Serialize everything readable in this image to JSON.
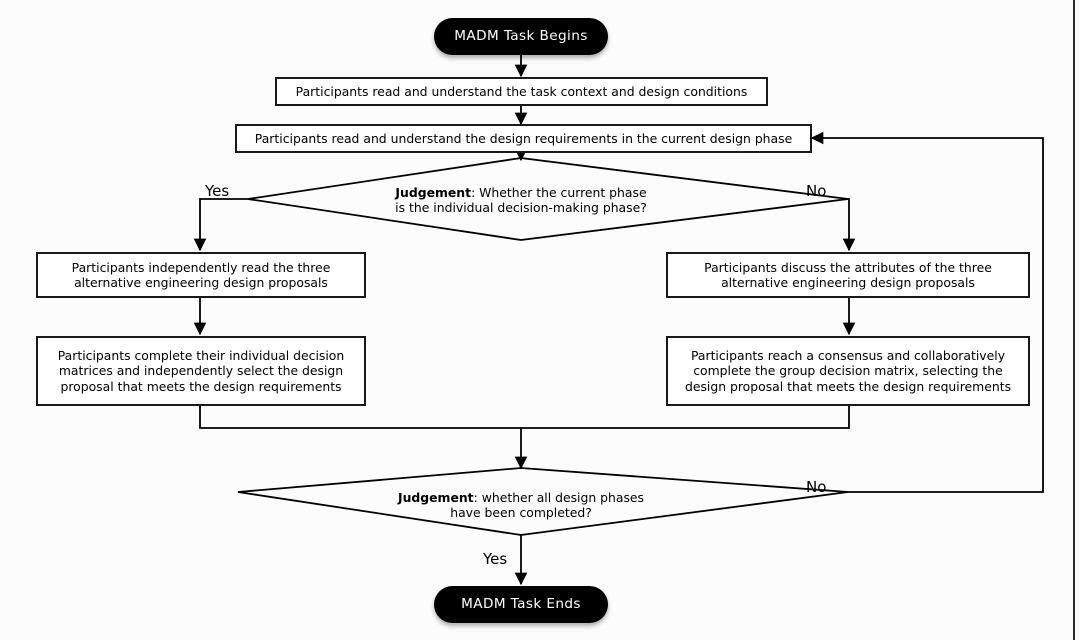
{
  "diagram": {
    "title": "MADM Task Flowchart",
    "type": "flowchart",
    "colors": {
      "node_fill": "#ffffff",
      "node_stroke": "#1a1a1a",
      "terminal_fill": "#000000",
      "terminal_text": "#ffffff",
      "canvas": "#fdfcfc",
      "edge": "#000000"
    },
    "nodes": {
      "start": {
        "label": "MADM Task Begins",
        "shape": "terminal"
      },
      "read_context": {
        "label": "Participants read and understand the task context and design conditions",
        "shape": "process"
      },
      "read_requirements": {
        "label": "Participants read and understand the design requirements in the current design phase",
        "shape": "process"
      },
      "judge_phase": {
        "shape": "decision",
        "prefix": "Judgement",
        "line1": ": Whether the current phase",
        "line2": "is the individual decision-making phase?"
      },
      "indiv_read": {
        "line1": "Participants independently read the three",
        "line2": "alternative engineering design proposals",
        "shape": "process"
      },
      "indiv_matrix": {
        "line1": "Participants complete their individual decision",
        "line2": "matrices and independently select the design",
        "line3": "proposal that meets the design requirements",
        "shape": "process"
      },
      "group_discuss": {
        "line1": "Participants discuss the attributes of the three",
        "line2": "alternative engineering design proposals",
        "shape": "process"
      },
      "group_matrix": {
        "line1": "Participants reach a consensus and collaboratively",
        "line2": "complete the group decision matrix, selecting the",
        "line3": "design proposal that meets the design requirements",
        "shape": "process"
      },
      "judge_complete": {
        "shape": "decision",
        "prefix": "Judgement",
        "line1": ": whether all design phases",
        "line2": "have been completed?"
      },
      "end": {
        "label": "MADM Task Ends",
        "shape": "terminal"
      }
    },
    "branch_labels": {
      "phase_yes": "Yes",
      "phase_no": "No",
      "complete_no": "No",
      "complete_yes": "Yes"
    }
  }
}
